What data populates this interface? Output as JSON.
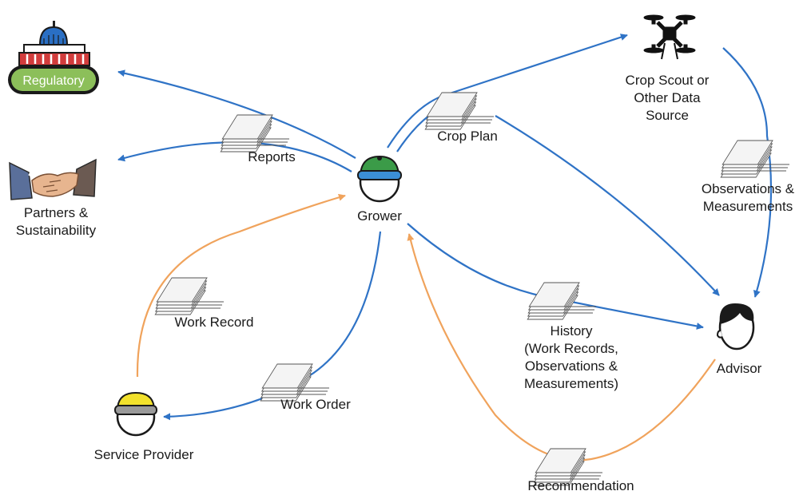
{
  "colors": {
    "blue_flow": "#2f73c6",
    "orange_flow": "#f0a35c",
    "regulatory_fill": "#8cbf5a",
    "grower_cap": "#3b9b48",
    "provider_cap": "#f2e12c"
  },
  "nodes": {
    "regulatory": {
      "label": "Regulatory",
      "icon": "capitol-building-icon"
    },
    "partners": {
      "line1": "Partners &",
      "line2": "Sustainability",
      "icon": "handshake-icon"
    },
    "grower": {
      "label": "Grower",
      "icon": "farmer-green-cap-icon"
    },
    "crop_scout": {
      "line1": "Crop Scout or",
      "line2": "Other Data",
      "line3": "Source",
      "icon": "drone-icon"
    },
    "advisor": {
      "label": "Advisor",
      "icon": "advisor-head-icon"
    },
    "service_provider": {
      "label": "Service Provider",
      "icon": "worker-yellow-cap-icon"
    }
  },
  "documents": {
    "reports": {
      "label": "Reports"
    },
    "crop_plan": {
      "label": "Crop Plan"
    },
    "observations": {
      "line1": "Observations &",
      "line2": "Measurements"
    },
    "history": {
      "line1": "History",
      "line2": "(Work Records,",
      "line3": "Observations &",
      "line4": "Measurements)"
    },
    "work_record": {
      "label": "Work Record"
    },
    "work_order": {
      "label": "Work Order"
    },
    "recommendation": {
      "label": "Recommendation"
    }
  }
}
